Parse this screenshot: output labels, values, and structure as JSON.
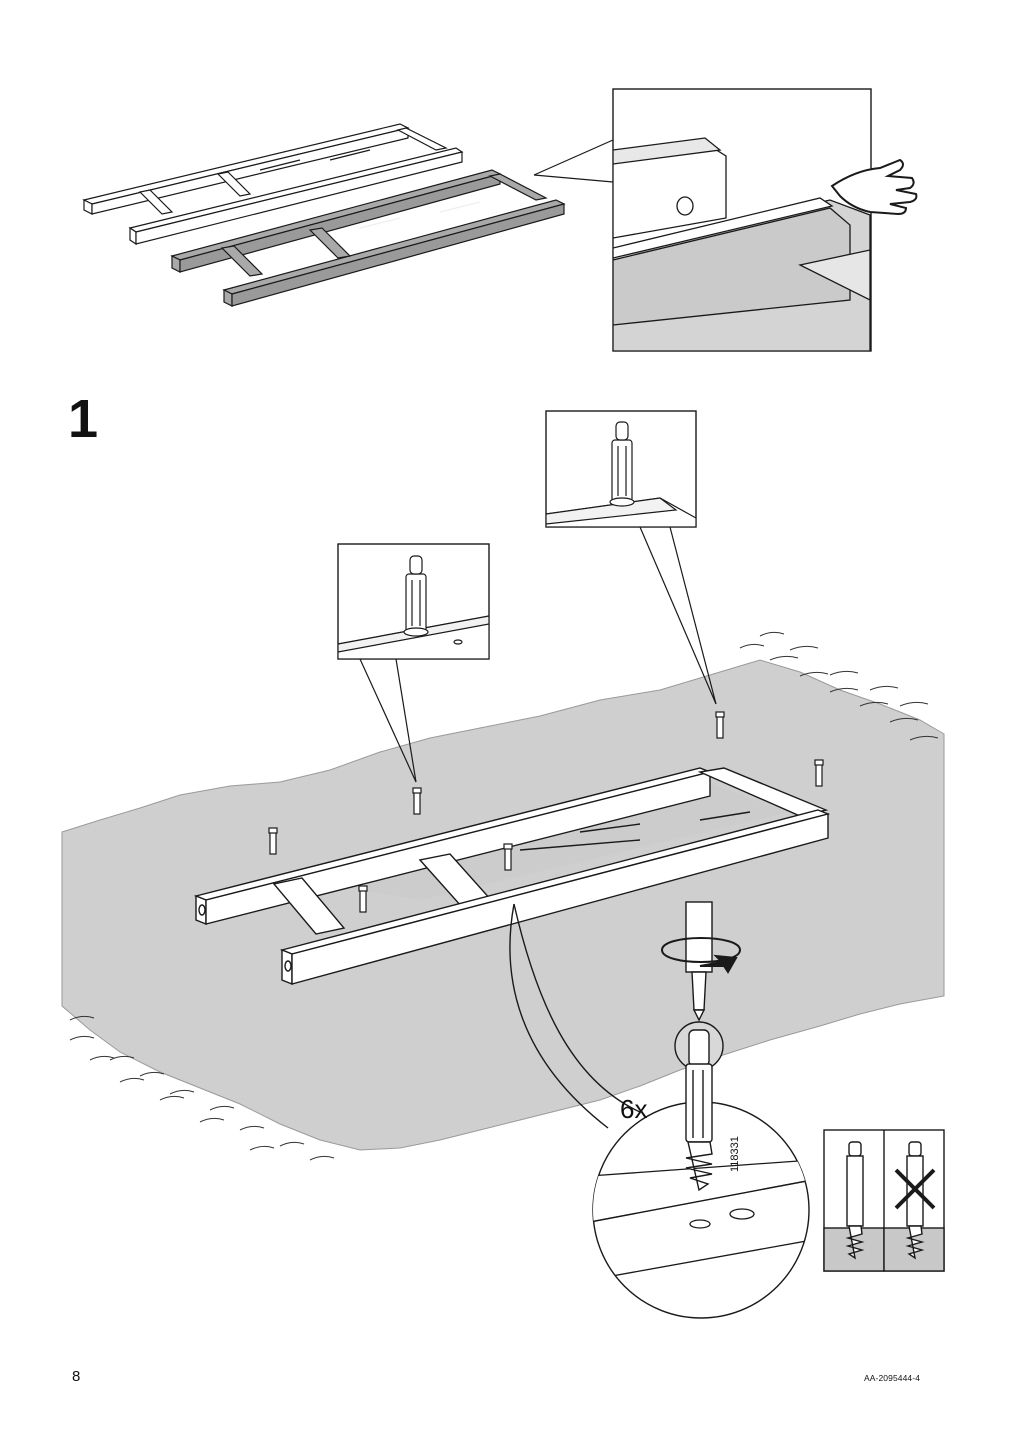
{
  "step": {
    "number": "1"
  },
  "quantity_label": "6x",
  "part_number": "118331",
  "footer": {
    "page_number": "8",
    "document_code": "AA-2095444-4"
  },
  "colors": {
    "ink": "#1a1a1a",
    "carpet": "#cfcfcf",
    "panel_fill": "#ffffff",
    "hole_shadow": "#bdbdbd",
    "wrong_fill": "#c8c8c8"
  },
  "icons": [
    "hand-pointing-icon",
    "screwdriver-icon",
    "rotation-arrow-icon",
    "dowel-icon",
    "cross-mark-icon"
  ]
}
